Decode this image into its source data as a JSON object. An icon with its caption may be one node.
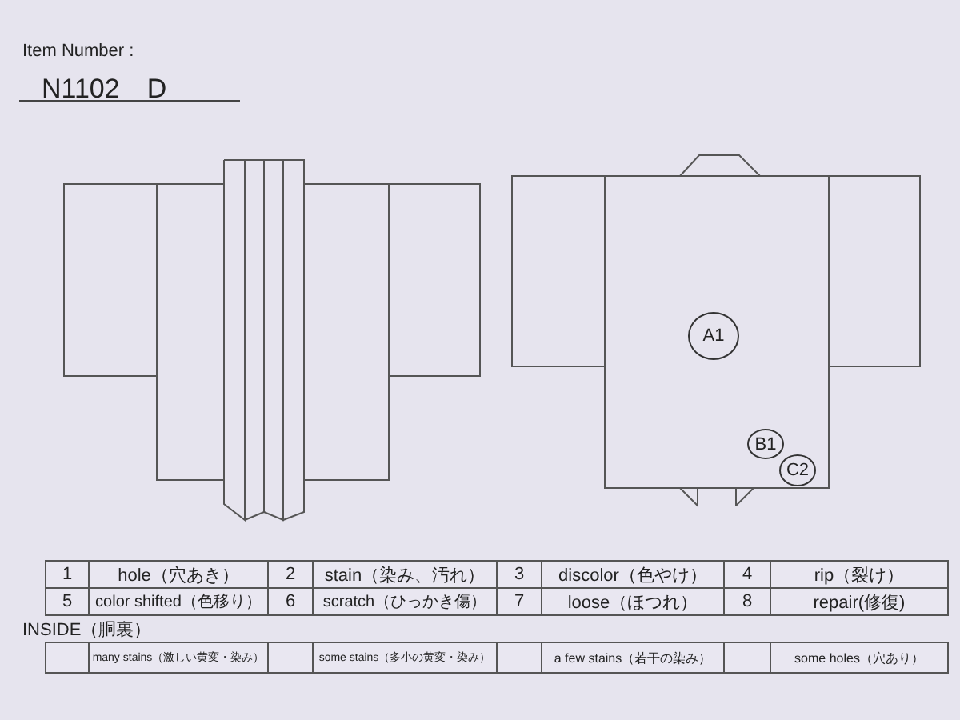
{
  "diagram": {
    "nodes": [
      {
        "text": [
          "A1"
        ]
      },
      {
        "text": [
          "B1"
        ]
      },
      {
        "text": [
          "C2"
        ]
      }
    ],
    "labels": [
      "Item Number :",
      "N1102　D",
      "1",
      "hole（穴あき）",
      "2",
      "stain（染み、汚れ）",
      "3",
      "discolor（色やけ）",
      "4",
      "rip（裂け）",
      "5",
      "color shifted（色移り）",
      "6",
      "scratch（ひっかき傷）",
      "7",
      "loose（ほつれ）",
      "8",
      "repair(修復)",
      "INSIDE（胴裏）",
      "many stains（激しい黄変・染み）",
      "some stains（多小の黄変・染み）",
      "a few stains（若干の染み）",
      "some holes（穴あり）"
    ]
  }
}
